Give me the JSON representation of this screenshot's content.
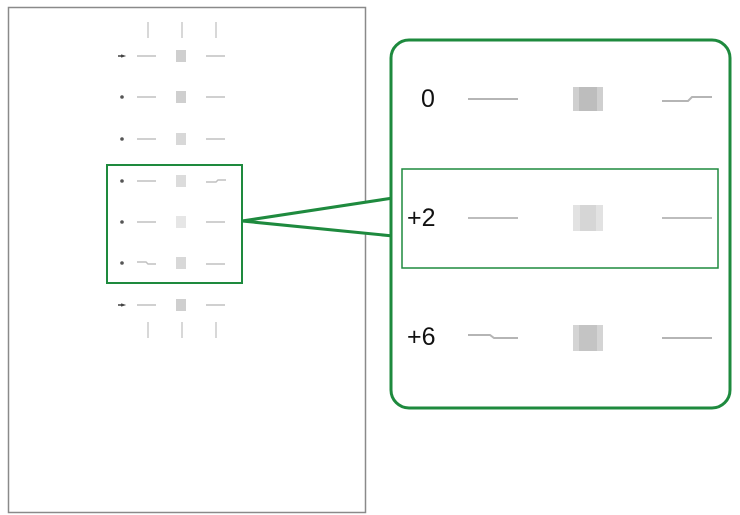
{
  "colors": {
    "highlight": "#1e8a3e",
    "sheet_border": "#8a8a8a",
    "pattern_line": "#bdbdbd",
    "pattern_block": "#d4d4d4"
  },
  "sheet": {
    "row_count": 7,
    "highlighted_rows": [
      3,
      4,
      5
    ]
  },
  "zoom_panel": {
    "rows": [
      {
        "label": "0"
      },
      {
        "label": "+2",
        "selected": true
      },
      {
        "label": "+6"
      }
    ]
  }
}
